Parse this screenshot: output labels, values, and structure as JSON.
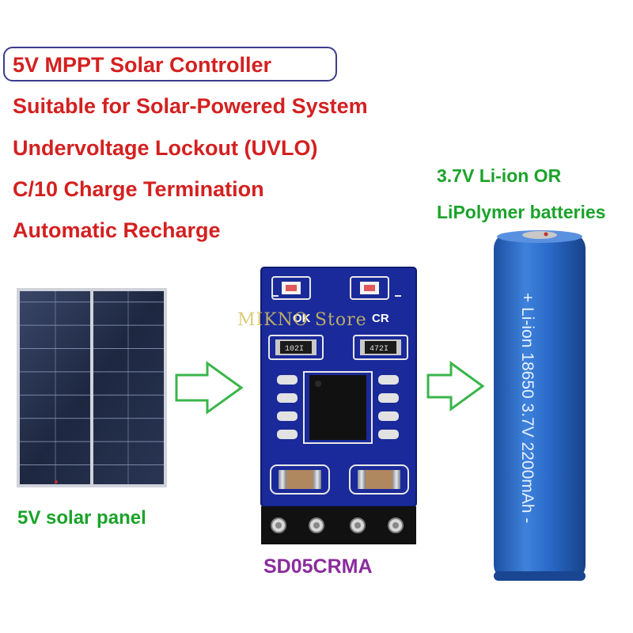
{
  "title": "5V MPPT Solar Controller",
  "features": [
    "Suitable for Solar-Powered System",
    "Undervoltage Lockout (UVLO)",
    "C/10 Charge Termination",
    "Automatic Recharge"
  ],
  "battery_caption": [
    "3.7V Li-ion OR",
    "LiPolymer batteries"
  ],
  "panel_caption": "5V solar panel",
  "module_caption": "SD05CRMA",
  "watermark": "MIKNO Store",
  "pcb": {
    "led_labels": [
      "OK",
      "CR"
    ],
    "resistor_codes": [
      "102I",
      "472I"
    ]
  },
  "battery_label": "+ Li-ion 18650 3.7V 2200mAh -",
  "colors": {
    "feature_text": "#d42020",
    "caption_green": "#1aa32a",
    "module_purple": "#8a2c9c",
    "title_box": "#3c3c8c",
    "pcb_blue": "#1a2a9a",
    "battery_blue": "#2a6ac8",
    "arrow_green": "#3ab54a"
  },
  "icons": [
    "solar-panel-image",
    "arrow-right-icon",
    "pcb-module-image",
    "battery-18650-image"
  ]
}
